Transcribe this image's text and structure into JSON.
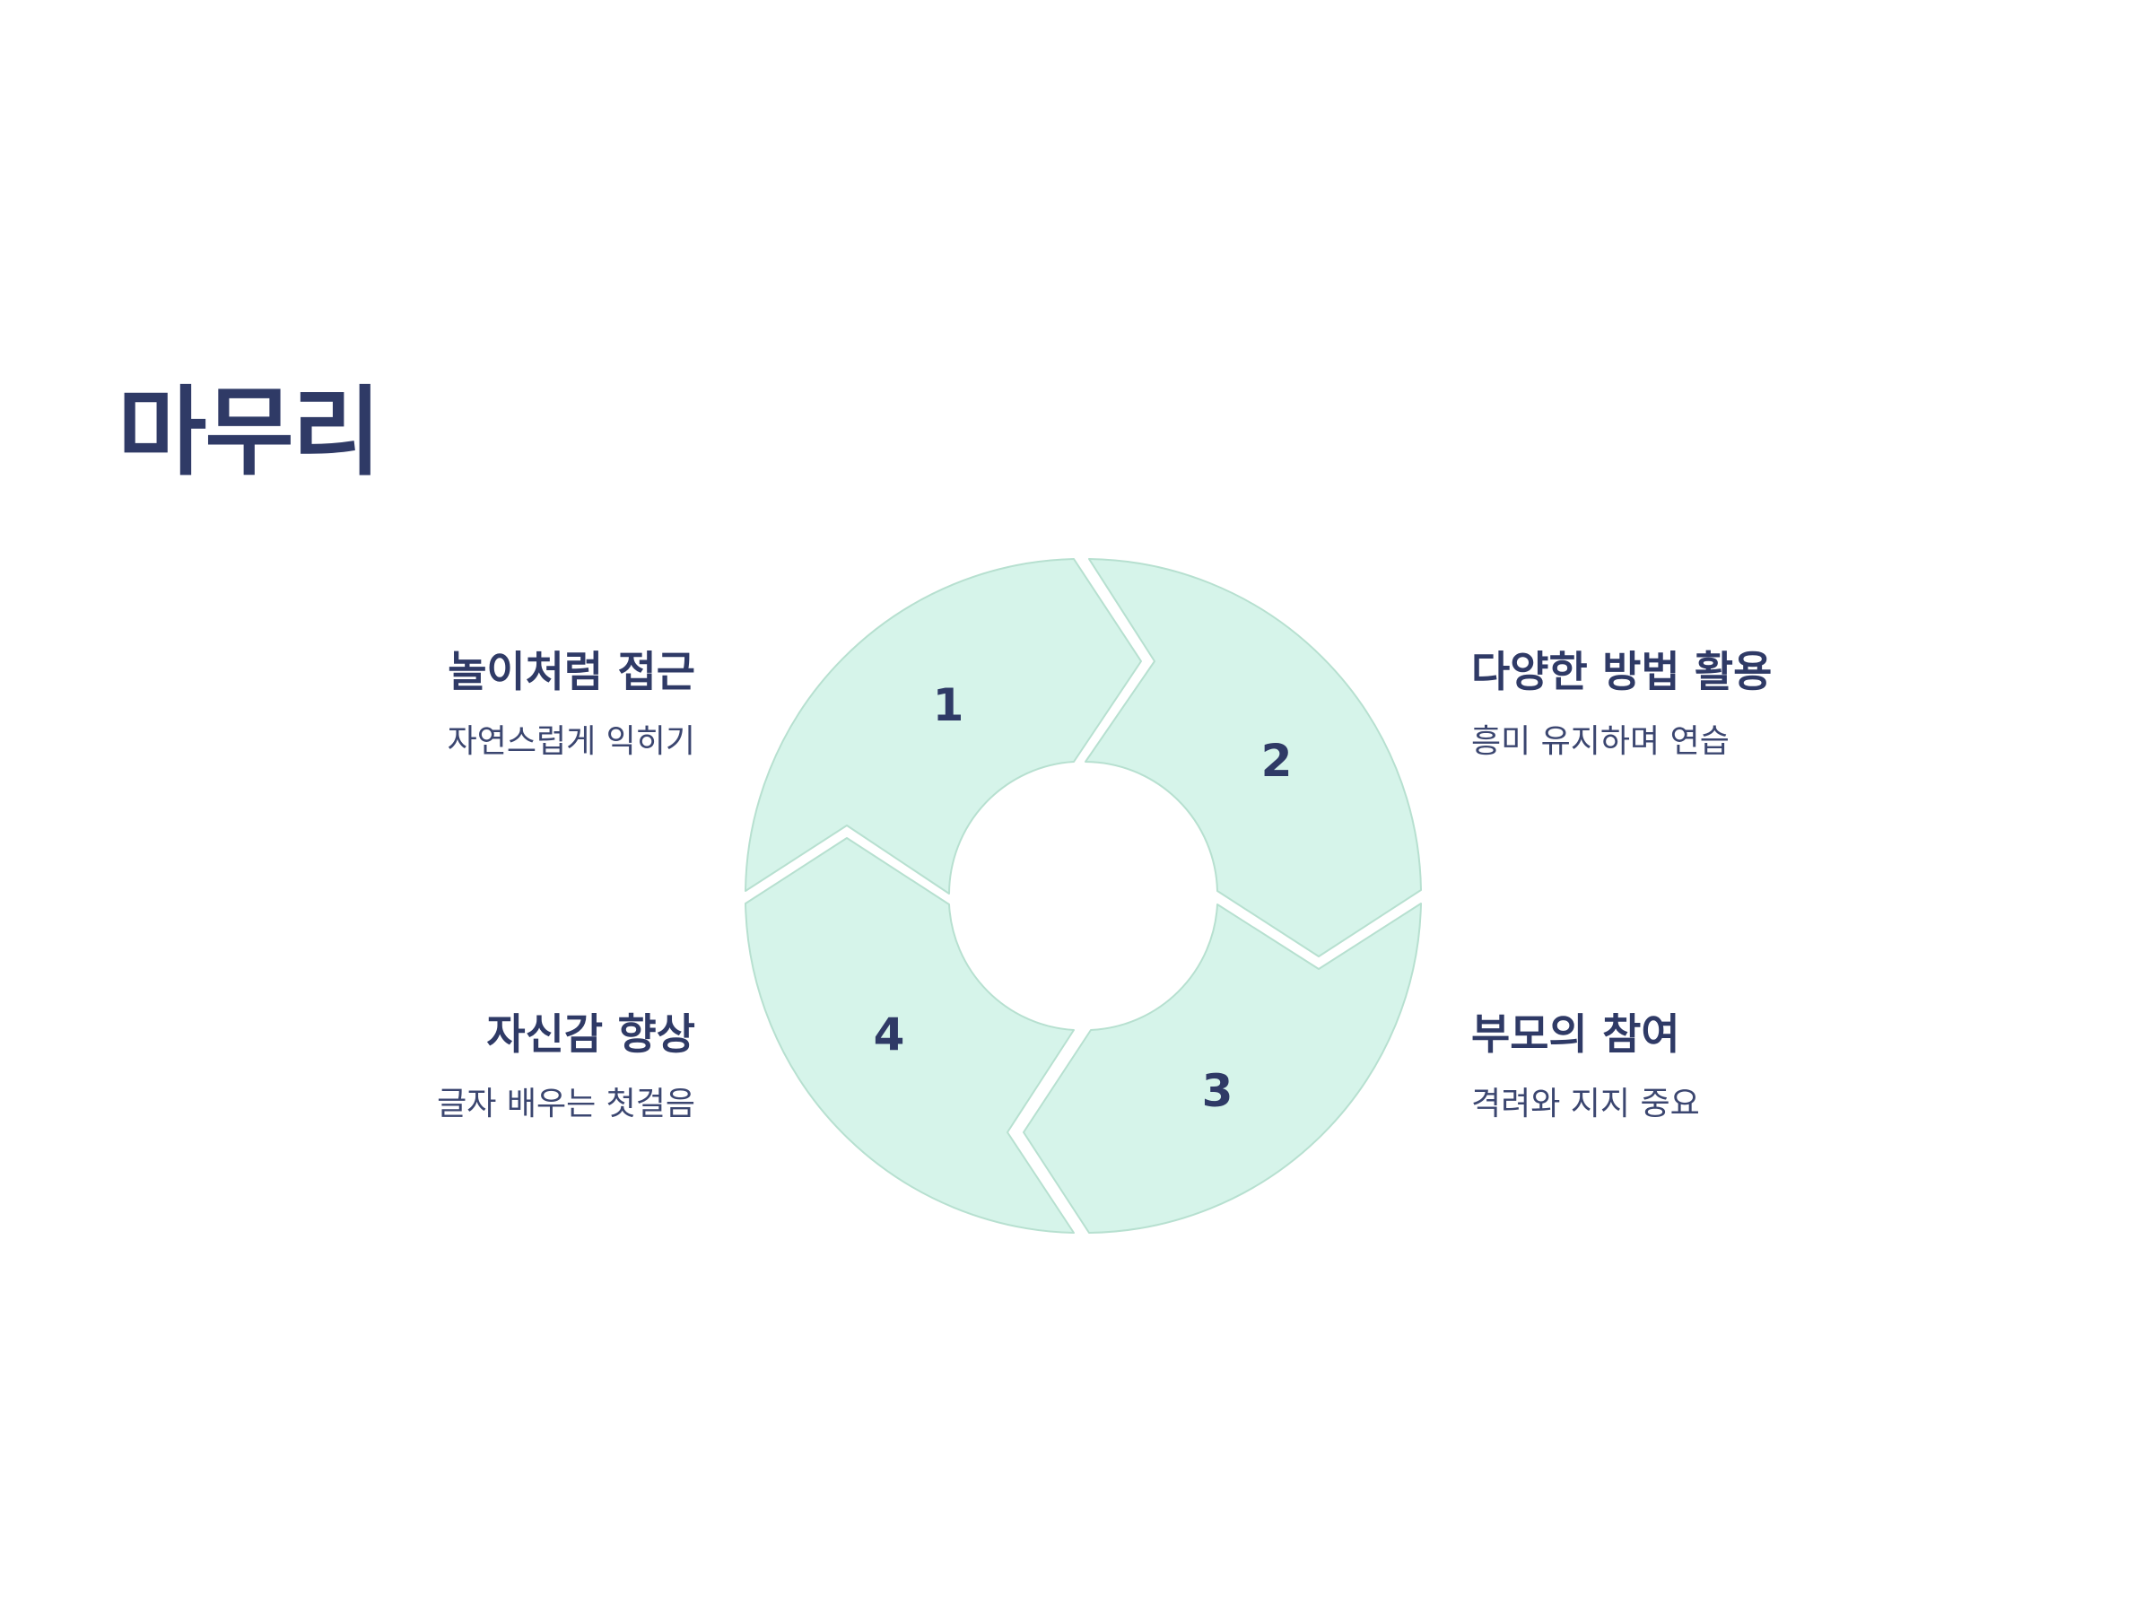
{
  "title": "마무리",
  "colors": {
    "segment_fill": "#d6f4ea",
    "segment_stroke": "#b7e0d0",
    "text_dark": "#2f3a66",
    "text_body": "#3b4670",
    "background": "#ffffff"
  },
  "segments": [
    {
      "number": "1",
      "heading": "놀이처럼 접근",
      "description": "자연스럽게 익히기"
    },
    {
      "number": "2",
      "heading": "다양한 방법 활용",
      "description": "흥미 유지하며 연습"
    },
    {
      "number": "3",
      "heading": "부모의 참여",
      "description": "격려와 지지 중요"
    },
    {
      "number": "4",
      "heading": "자신감 향상",
      "description": "글자 배우는 첫걸음"
    }
  ]
}
